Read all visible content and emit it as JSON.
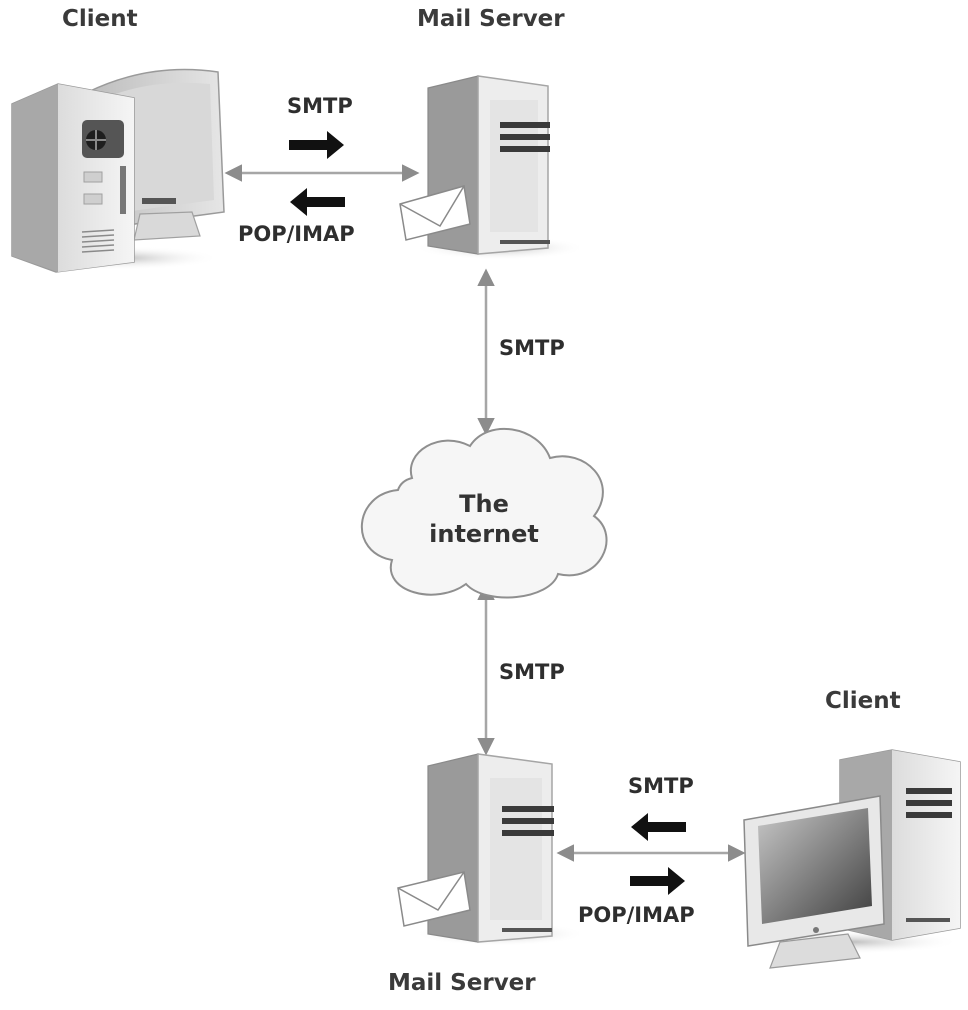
{
  "nodes": {
    "client_top": {
      "label": "Client"
    },
    "server_top": {
      "label": "Mail Server"
    },
    "internet": {
      "line1": "The",
      "line2": "internet"
    },
    "server_bottom": {
      "label": "Mail Server"
    },
    "client_bottom": {
      "label": "Client"
    }
  },
  "links": {
    "top_send": "SMTP",
    "top_receive": "POP/IMAP",
    "server_top_to_internet": "SMTP",
    "internet_to_server_bottom": "SMTP",
    "bottom_send": "SMTP",
    "bottom_receive": "POP/IMAP"
  },
  "colors": {
    "line": "#a6a6a6",
    "arrowhead": "#8c8c8c",
    "direction_arrow": "#111111",
    "device_light": "#ededed",
    "device_dark": "#9a9a9a",
    "text": "#3a3a3a"
  },
  "icons": [
    "desktop-pc-icon",
    "mail-server-icon",
    "envelope-icon",
    "cloud-icon",
    "monitor-tower-icon",
    "direction-arrow-icon"
  ]
}
